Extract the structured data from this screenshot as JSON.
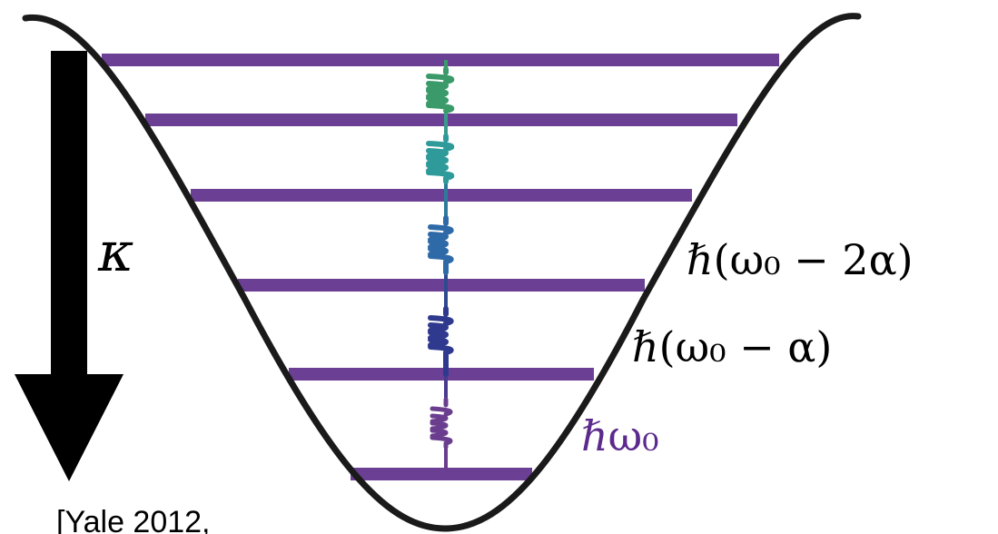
{
  "labels": {
    "kappa": "κ",
    "level_3": "ℏ(ω₀ − 2α)",
    "level_2": "ℏ(ω₀ − α)",
    "level_1": "ℏω₀",
    "citation": "[Yale 2012,"
  },
  "colors": {
    "well": "#1a1a1a",
    "level_lines": "#6b3f93",
    "arrow": "#000000",
    "level_1_label": "#5b2a8c",
    "label_text": "#000000",
    "springs": [
      "#6a3d8e",
      "#2f3a8f",
      "#2f6aa8",
      "#2e9a9a",
      "#3a9a6a"
    ]
  },
  "icons": {
    "arrow": "decay-arrow-icon",
    "spring": "spring-icon"
  }
}
